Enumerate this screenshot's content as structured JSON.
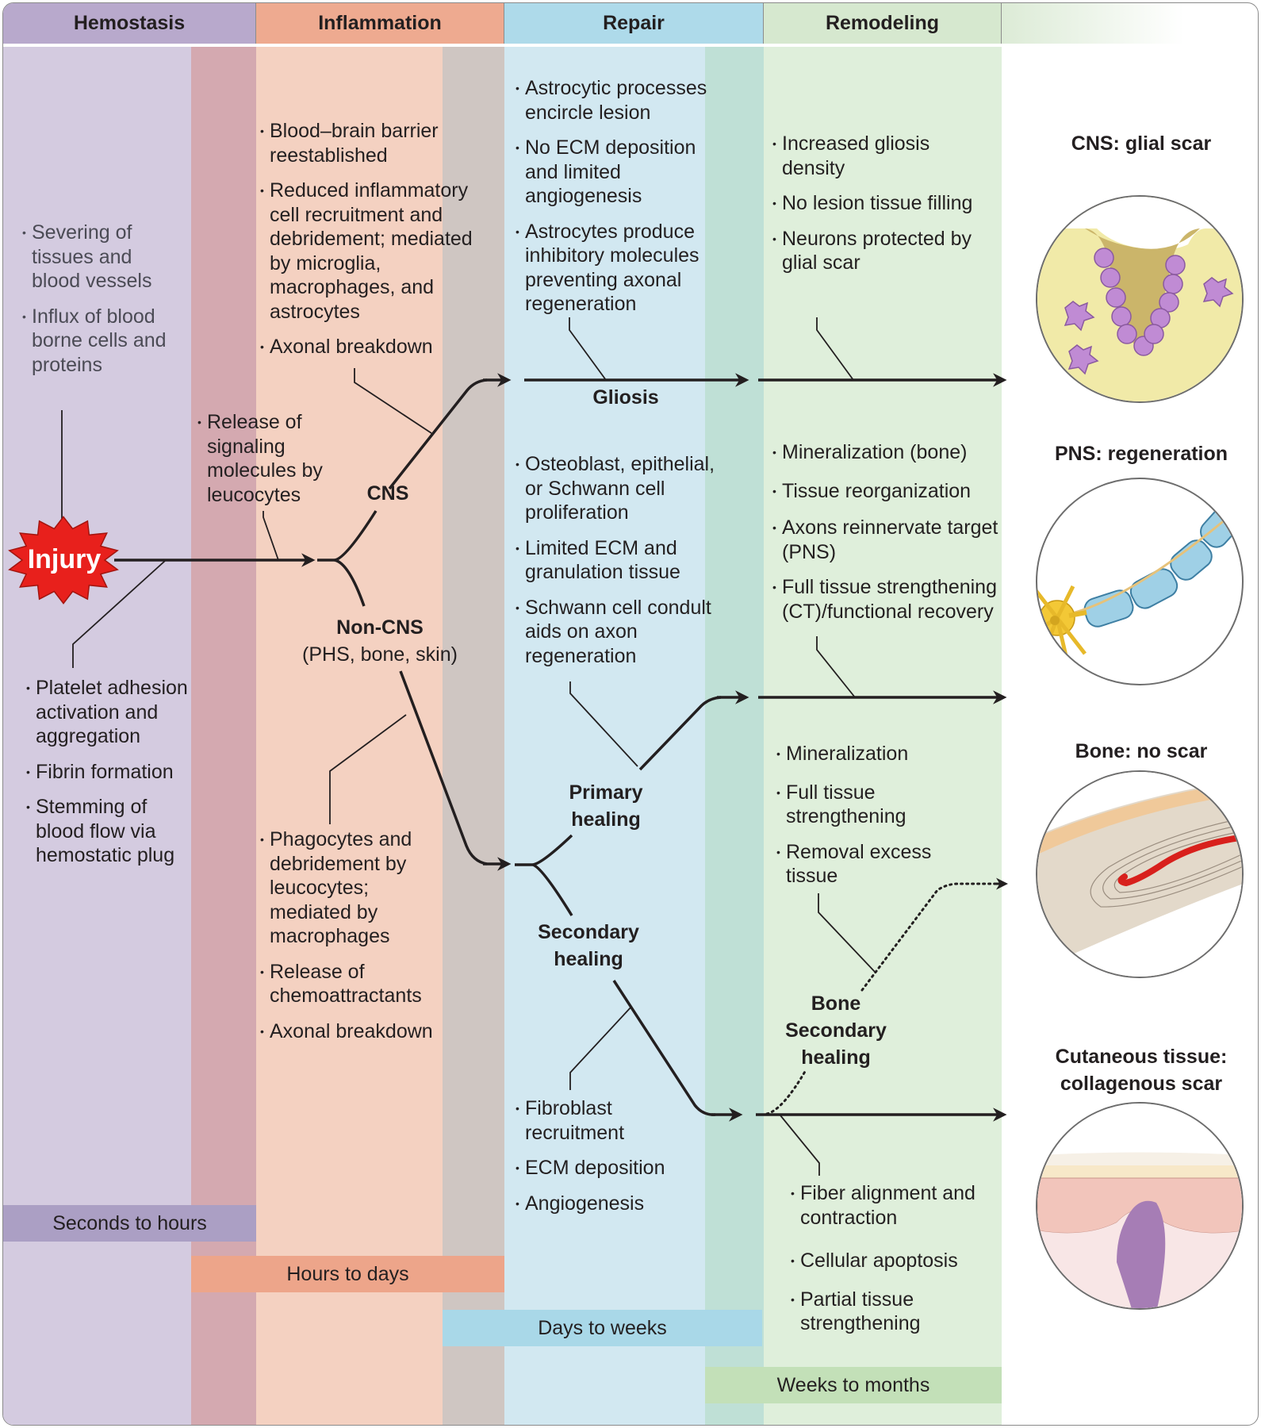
{
  "phases": [
    {
      "name": "Hemostasis",
      "color": "#b8a9cc"
    },
    {
      "name": "Inflammation",
      "color": "#eeaa90"
    },
    {
      "name": "Repair",
      "color": "#aedaea"
    },
    {
      "name": "Remodeling",
      "color": "#d6e8cf"
    }
  ],
  "hemostasis": {
    "upper_bullets": [
      "Severing of tissues and blood vessels",
      "Influx of blood borne cells and proteins"
    ],
    "lower_bullets": [
      "Platelet adhesion activation and aggregation",
      "Fibrin formation",
      "Stemming of blood flow via hemostatic plug"
    ],
    "injury_label": "Injury",
    "release_bullet": "Release of signaling molecules by leucocytes"
  },
  "inflammation": {
    "cns_bullets": [
      "Blood–brain barrier reestablished",
      "Reduced inflammatory cell recruitment and debridement; mediated by microglia, macrophages, and astrocytes",
      "Axonal breakdown"
    ],
    "cns_label": "CNS",
    "noncns_label": "Non-CNS",
    "noncns_sublabel": "(PHS, bone, skin)",
    "noncns_bullets": [
      "Phagocytes and debridement by leucocytes; mediated by macrophages",
      "Release of chemoattractants",
      "Axonal breakdown"
    ]
  },
  "repair": {
    "gliosis_bullets": [
      "Astrocytic processes encircle lesion",
      "No ECM deposition and limited angiogenesis",
      "Astrocytes produce inhibitory molecules preventing axonal regeneration"
    ],
    "gliosis_label": "Gliosis",
    "primary_bullets": [
      "Osteoblast, epithelial, or Schwann cell proliferation",
      "Limited ECM and granulation tissue",
      "Schwann cell condult aids on axon regeneration"
    ],
    "primary_label_1": "Primary",
    "primary_label_2": "healing",
    "secondary_label_1": "Secondary",
    "secondary_label_2": "healing",
    "secondary_bullets": [
      "Fibroblast recruitment",
      "ECM deposition",
      "Angiogenesis"
    ]
  },
  "remodeling": {
    "gliosis_bullets": [
      "Increased gliosis density",
      "No lesion tissue filling",
      "Neurons protected by glial scar"
    ],
    "primary_bullets": [
      "Mineralization (bone)",
      "Tissue reorganization",
      "Axons reinnervate target (PNS)",
      "Full tissue strengthening (CT)/functional recovery"
    ],
    "bone_bullets": [
      "Mineralization",
      "Full tissue strengthening",
      "Removal excess tissue"
    ],
    "bone_label_1": "Bone",
    "bone_label_2": "Secondary",
    "bone_label_3": "healing",
    "secondary_bullets": [
      "Fiber alignment and contraction",
      "Cellular apoptosis",
      "Partial tissue strengthening"
    ]
  },
  "outcomes": [
    {
      "title_1": "CNS: glial scar",
      "title_2": "",
      "icon": "glial-scar-illustration"
    },
    {
      "title_1": "PNS: regeneration",
      "title_2": "",
      "icon": "nerve-regeneration-illustration"
    },
    {
      "title_1": "Bone: no scar",
      "title_2": "",
      "icon": "bone-healing-illustration"
    },
    {
      "title_1": "Cutaneous tissue:",
      "title_2": "collagenous scar",
      "icon": "skin-scar-illustration"
    }
  ],
  "timescales": [
    {
      "label": "Seconds to hours",
      "color": "#ab9fc4"
    },
    {
      "label": "Hours to days",
      "color": "#eda58a"
    },
    {
      "label": "Days to weeks",
      "color": "#a9d8e8"
    },
    {
      "label": "Weeks to months",
      "color": "#c3e0b8"
    }
  ]
}
